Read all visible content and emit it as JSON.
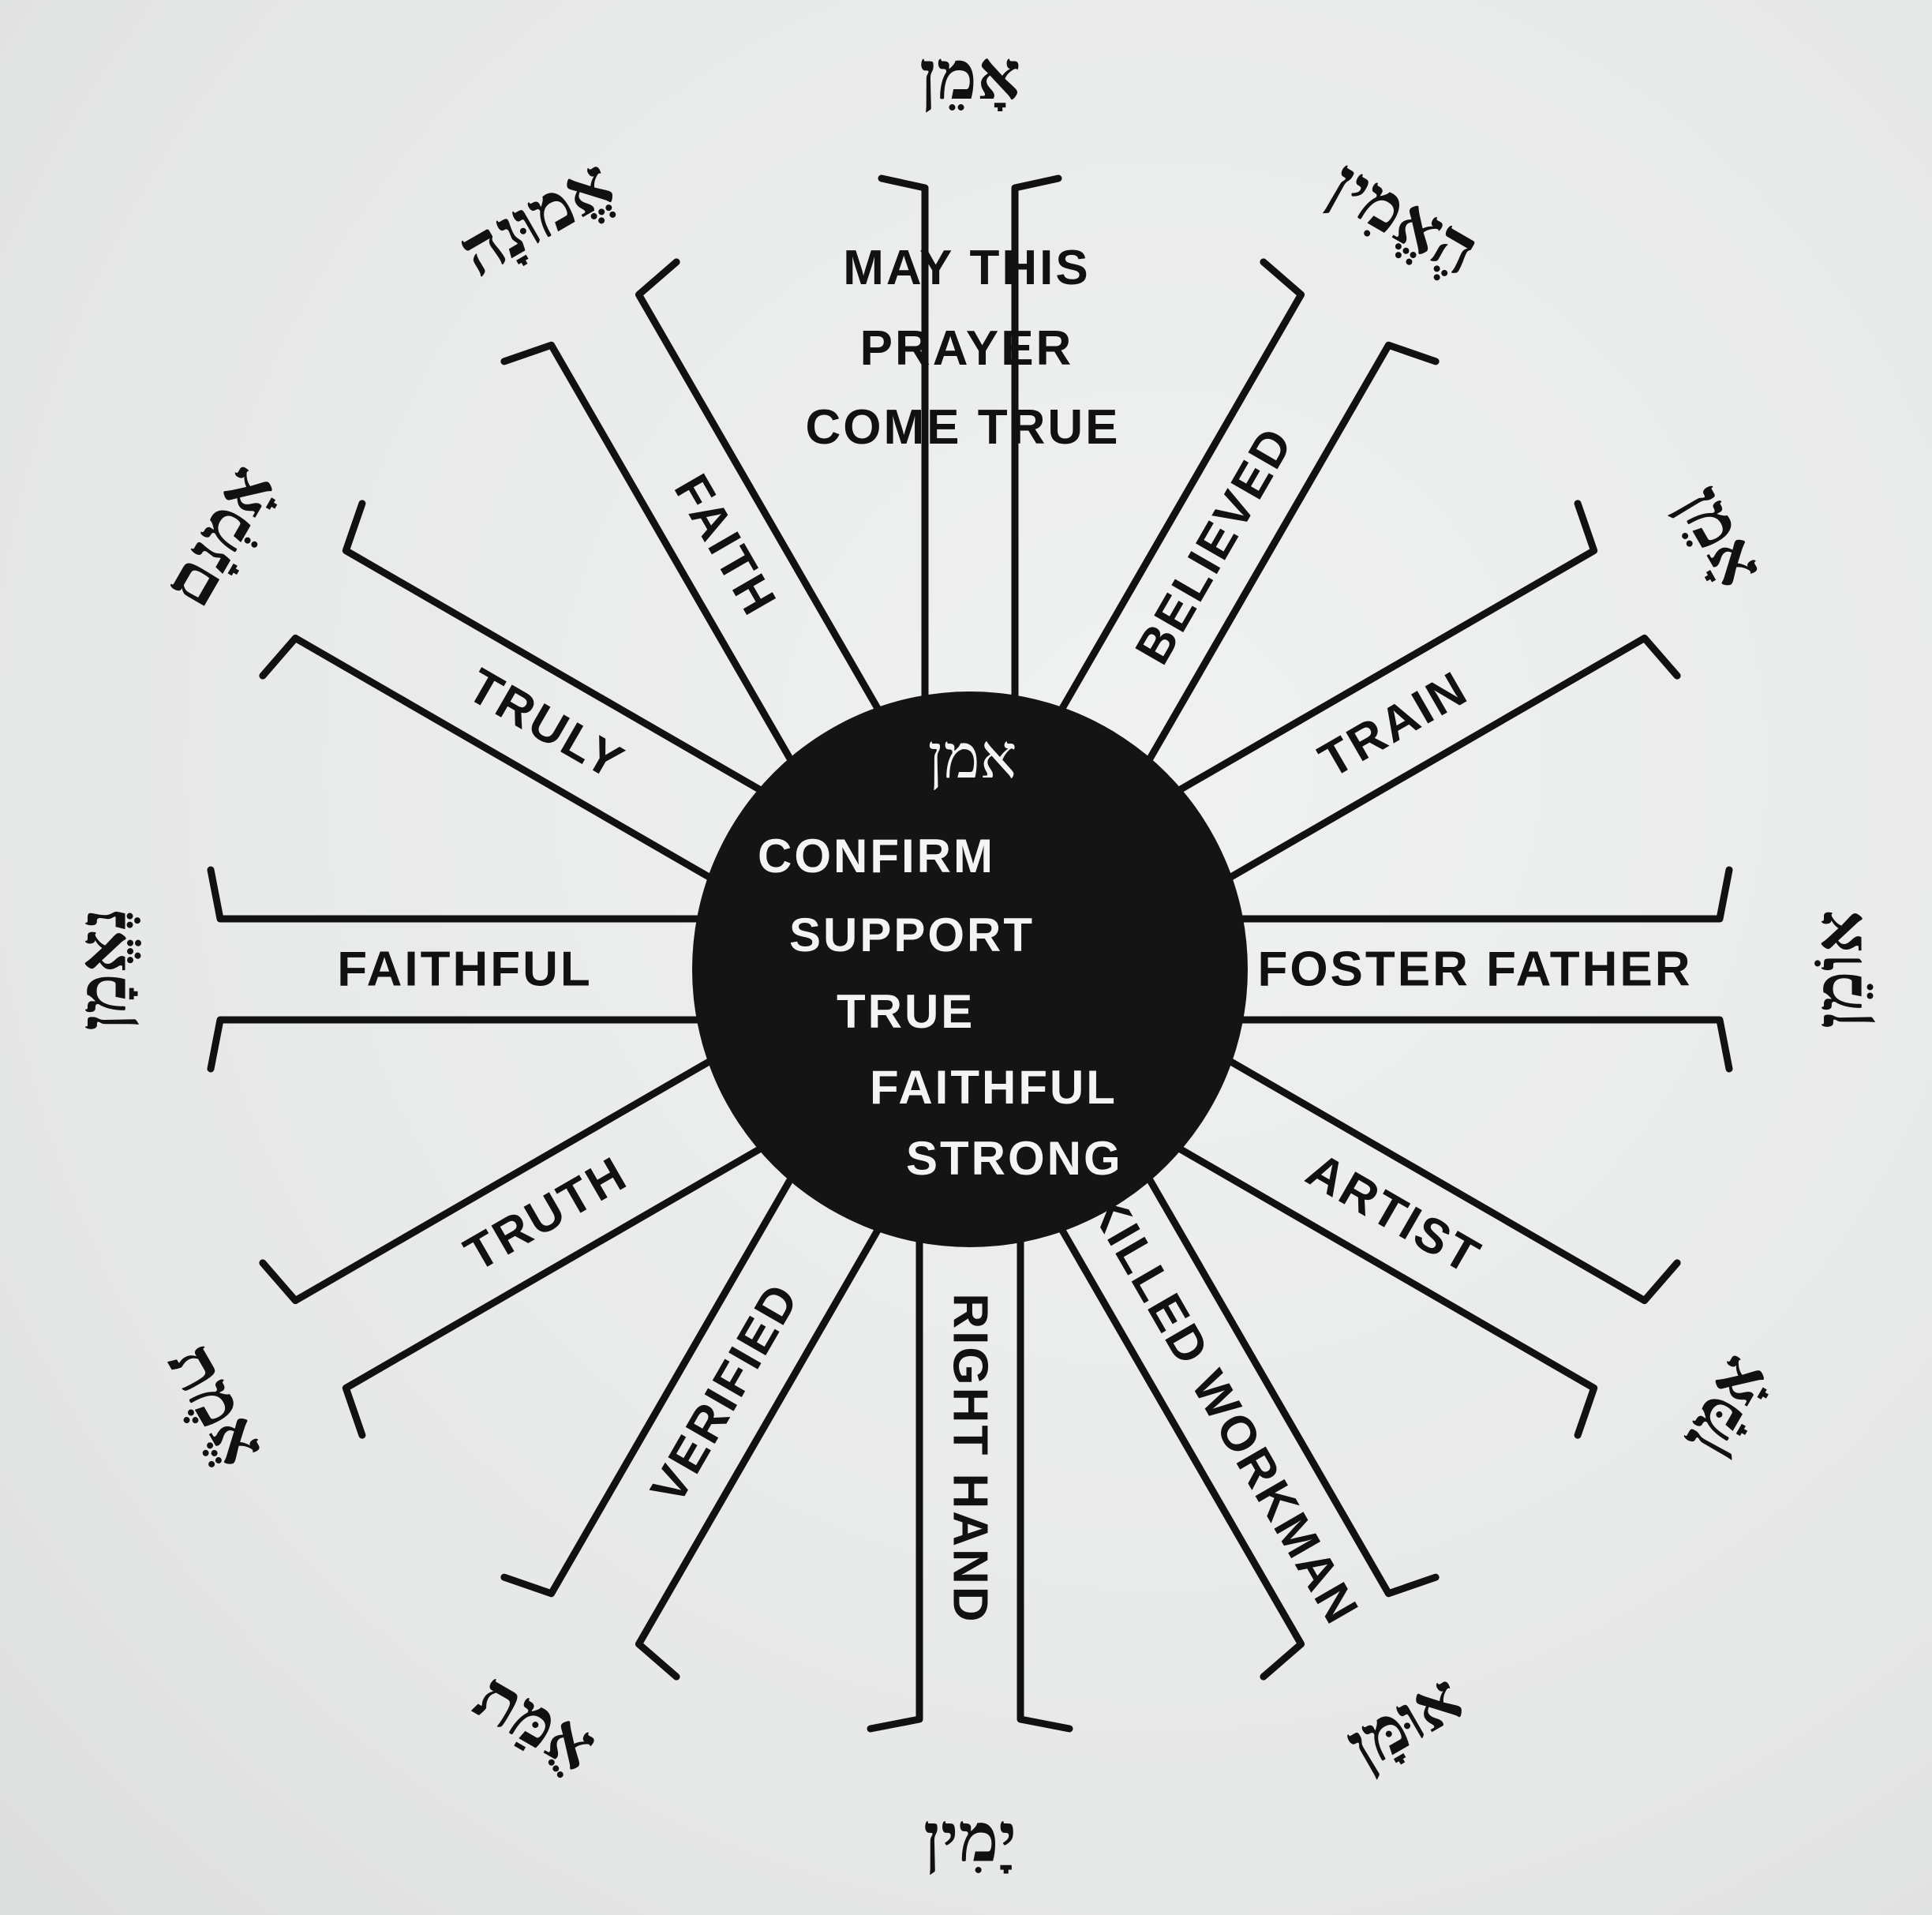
{
  "center": {
    "hebrew": "אמן",
    "meanings": [
      "CONFIRM",
      "SUPPORT",
      "TRUE",
      "FAITHFUL",
      "STRONG"
    ]
  },
  "top": {
    "hebrew": "אָמֵן",
    "lines": [
      "MAY THIS",
      "PRAYER",
      "COME TRUE"
    ]
  },
  "spokes": [
    {
      "label": "BELIEVED",
      "hebrew": "הֶאֱמִין"
    },
    {
      "label": "TRAIN",
      "hebrew": "אָמֵן"
    },
    {
      "label": "FOSTER FATHER",
      "hebrew": "אוֹמֵן"
    },
    {
      "label": "ARTIST",
      "hebrew": "אָמָּן"
    },
    {
      "label": "SKILLED WORKMAN",
      "hebrew": "אוּמָּן"
    },
    {
      "label": "RIGHT HAND",
      "hebrew": "יָמִין"
    },
    {
      "label": "VERIFIED",
      "hebrew": "אֻמַּת"
    },
    {
      "label": "TRUTH",
      "hebrew": "אֱמֶת"
    },
    {
      "label": "FAITHFUL",
      "hebrew": "נֶאֱמָן"
    },
    {
      "label": "TRULY",
      "hebrew": "אָמְנָם"
    },
    {
      "label": "FAITH",
      "hebrew": "אֱמוּנָה"
    }
  ]
}
